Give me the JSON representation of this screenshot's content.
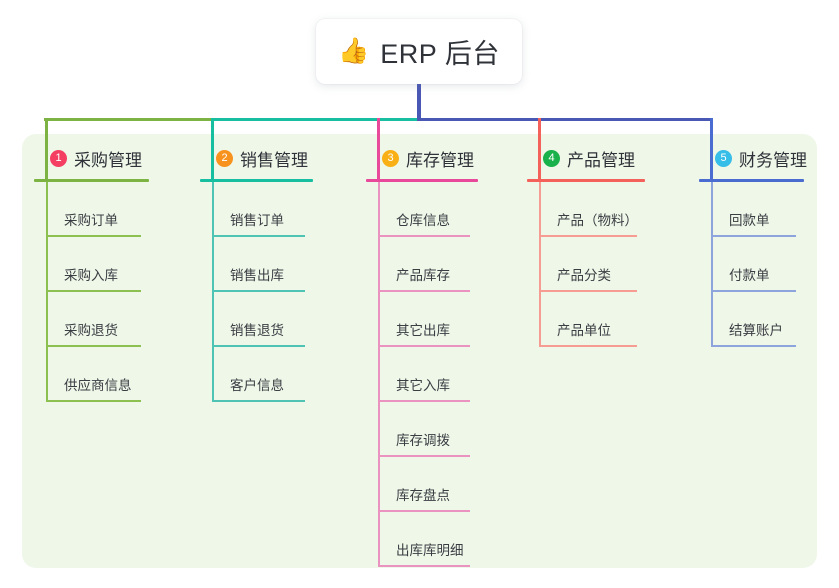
{
  "root": {
    "icon": "thumbs-up-icon",
    "emoji": "👍",
    "title": "ERP 后台"
  },
  "colors": {
    "panel_bg": "#eff7e9",
    "canvas_bg": "#ffffff",
    "text": "#2f3238",
    "bus_green": "#7cb342",
    "bus_teal": "#17bfa0",
    "bus_blue": "#4a58b5"
  },
  "connectors": {
    "root_stem": "#4a58b5",
    "bus_segments": [
      {
        "name": "green-segment",
        "color": "#7cb342"
      },
      {
        "name": "teal-segment",
        "color": "#17bfa0"
      },
      {
        "name": "blue-segment",
        "color": "#4a58b5"
      }
    ]
  },
  "columns": [
    {
      "number": "1",
      "title": "采购管理",
      "badge_color": "#f43f63",
      "line_color": "#7cb342",
      "rule_color": "#8cc152",
      "items": [
        "采购订单",
        "采购入库",
        "采购退货",
        "供应商信息"
      ]
    },
    {
      "number": "2",
      "title": "销售管理",
      "badge_color": "#f7921e",
      "line_color": "#17bfa0",
      "rule_color": "#4fc3b4",
      "items": [
        "销售订单",
        "销售出库",
        "销售退货",
        "客户信息"
      ]
    },
    {
      "number": "3",
      "title": "库存管理",
      "badge_color": "#f9b016",
      "line_color": "#e8499a",
      "rule_color": "#eb93c0",
      "items": [
        "仓库信息",
        "产品库存",
        "其它出库",
        "其它入库",
        "库存调拨",
        "库存盘点",
        "出库库明细"
      ]
    },
    {
      "number": "4",
      "title": "产品管理",
      "badge_color": "#19b14b",
      "line_color": "#f4605a",
      "rule_color": "#f79c92",
      "items": [
        "产品（物料）",
        "产品分类",
        "产品单位"
      ]
    },
    {
      "number": "5",
      "title": "财务管理",
      "badge_color": "#36bde8",
      "line_color": "#4a6bd0",
      "rule_color": "#8ea4dd",
      "items": [
        "回款单",
        "付款单",
        "结算账户"
      ]
    }
  ]
}
